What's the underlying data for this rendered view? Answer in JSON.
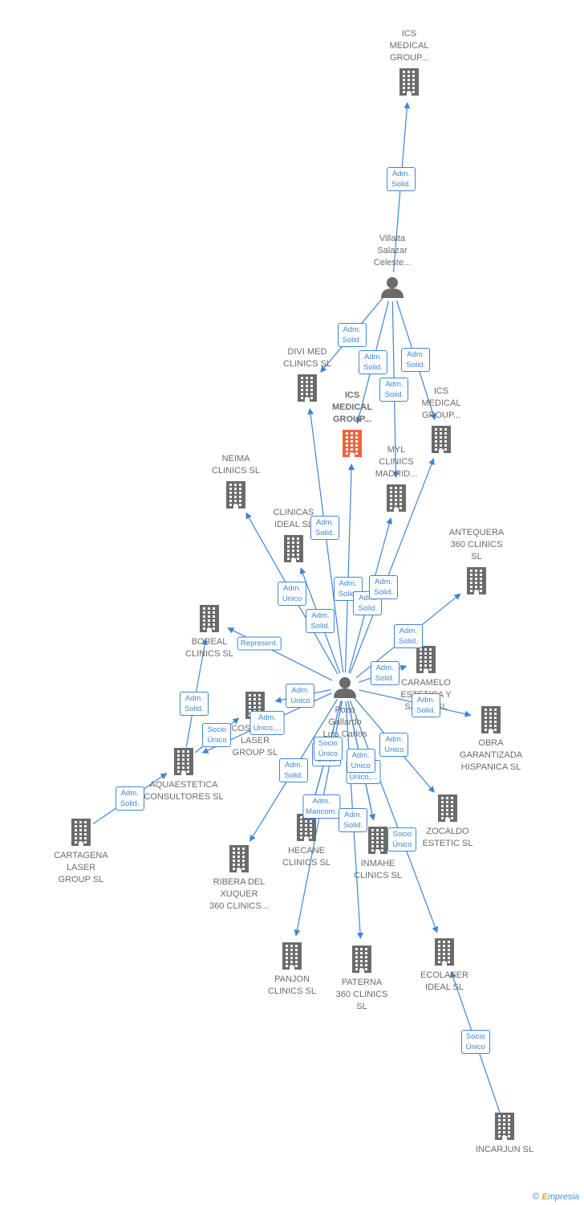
{
  "footer": {
    "copyright": "©",
    "brand_e": "E",
    "brand_rest": "mpresia"
  },
  "nodes": [
    {
      "id": "ics_top",
      "label": "ICS\nMEDICAL\nGROUP...",
      "type": "company"
    },
    {
      "id": "villalta",
      "label": "Villalta\nSalazar\nCeleste...",
      "type": "person"
    },
    {
      "id": "divi",
      "label": "DIVI MED\nCLINICS  SL",
      "type": "company"
    },
    {
      "id": "ics_focus",
      "label": "ICS\nMEDICAL\nGROUP...",
      "type": "company",
      "focus": true
    },
    {
      "id": "ics_right",
      "label": "ICS\nMEDICAL\nGROUP...",
      "type": "company"
    },
    {
      "id": "myl",
      "label": "MYL\nCLINICS\nMADRID...",
      "type": "company"
    },
    {
      "id": "neima",
      "label": "NEIMA\nCLINICS  SL",
      "type": "company"
    },
    {
      "id": "clinicas_ideal",
      "label": "CLINICAS\nIDEAL  SL",
      "type": "company"
    },
    {
      "id": "antequera",
      "label": "ANTEQUERA\n360 CLINICS\nSL",
      "type": "company"
    },
    {
      "id": "boreal",
      "label": "BOREAL\nCLINICS  SL",
      "type": "company"
    },
    {
      "id": "pozo",
      "label": "Pozo\nGallardo\nLuis Carlos",
      "type": "person"
    },
    {
      "id": "caramelo",
      "label": "CARAMELO\nESTETICA Y\nSALUD  SL",
      "type": "company"
    },
    {
      "id": "cartagena_laser",
      "label": "COSMEDIC\nLASER\nGROUP  SL",
      "type": "company"
    },
    {
      "id": "obra",
      "label": "OBRA\nGARANTIZADA\nHISPANICA  SL",
      "type": "company"
    },
    {
      "id": "aquaestetica",
      "label": "AQUAESTETICA\nCONSULTORES SL",
      "type": "company"
    },
    {
      "id": "cartagena",
      "label": "CARTAGENA\nLASER\nGROUP  SL",
      "type": "company"
    },
    {
      "id": "ocaldo",
      "label": "ZOCALDO\nESTETIC  SL",
      "type": "company"
    },
    {
      "id": "hecane",
      "label": "HECANE\nCLINICS  SL",
      "type": "company"
    },
    {
      "id": "inmahe",
      "label": "INMAHE\nCLINICS  SL",
      "type": "company"
    },
    {
      "id": "ribera",
      "label": "RIBERA DEL\nXUQUER\n360 CLINICS...",
      "type": "company"
    },
    {
      "id": "panjon",
      "label": "PANJON\nCLINICS  SL",
      "type": "company"
    },
    {
      "id": "paterna",
      "label": "PATERNA\n360 CLINICS\nSL",
      "type": "company"
    },
    {
      "id": "ecolaser",
      "label": "ECOLASER\nIDEAL  SL",
      "type": "company"
    },
    {
      "id": "incarjun",
      "label": "INCARJUN  SL",
      "type": "company"
    }
  ],
  "relations": [
    {
      "from": "villalta",
      "to": "ics_top",
      "label": "Adm.\nSolid."
    },
    {
      "from": "villalta",
      "to": "divi",
      "label": "Adm.\nSolid."
    },
    {
      "from": "villalta",
      "to": "ics_focus",
      "label": "Adm.\nSolid."
    },
    {
      "from": "villalta",
      "to": "ics_right",
      "label": "Adm.\nSolid."
    },
    {
      "from": "villalta",
      "to": "myl",
      "label": "Adm.\nSolid."
    },
    {
      "from": "pozo",
      "to": "divi",
      "label": "Adm.\nSolid."
    },
    {
      "from": "pozo",
      "to": "ics_focus",
      "label": "Adm.\nSolid."
    },
    {
      "from": "pozo",
      "to": "myl",
      "label": "Adm.\nSolid."
    },
    {
      "from": "pozo",
      "to": "ics_right",
      "label": "Adm.\nSolid."
    },
    {
      "from": "pozo",
      "to": "neima",
      "label": "Adm.\nUnico"
    },
    {
      "from": "pozo",
      "to": "clinicas_ideal",
      "label": "Adm.\nSolid."
    },
    {
      "from": "pozo",
      "to": "antequera",
      "label": "Adm.\nSolid."
    },
    {
      "from": "pozo",
      "to": "boreal",
      "label": "Represent."
    },
    {
      "from": "pozo",
      "to": "caramelo",
      "label": "Adm.\nSolid."
    },
    {
      "from": "pozo",
      "to": "obra",
      "label": "Adm.\nSolid."
    },
    {
      "from": "pozo",
      "to": "cartagena_laser",
      "label": "Adm.\nUnico"
    },
    {
      "from": "pozo",
      "to": "aquaestetica",
      "label": "Adm.\nUnico,..."
    },
    {
      "from": "aquaestetica",
      "to": "boreal",
      "label": "Adm.\nSolid."
    },
    {
      "from": "aquaestetica",
      "to": "cartagena_laser",
      "label": "Socio\nÚnico"
    },
    {
      "from": "cartagena",
      "to": "aquaestetica",
      "label": "Adm.\nSolid."
    },
    {
      "from": "pozo",
      "to": "ocaldo",
      "label": "Adm.\nUnico"
    },
    {
      "from": "pozo",
      "to": "ribera",
      "label": "Adm.\nSolid."
    },
    {
      "from": "pozo",
      "to": "hecane",
      "label": "Adm.\nUnico"
    },
    {
      "from": "pozo",
      "to": "inmahe",
      "label": "Adm.\nUnico,..."
    },
    {
      "from": "pozo",
      "to": "panjon",
      "label": "Adm.\nMancom."
    },
    {
      "from": "pozo",
      "to": "paterna",
      "label": "Adm.\nSolid."
    },
    {
      "from": "pozo",
      "to": "hecane",
      "label": "Socio\nÚnico"
    },
    {
      "from": "pozo",
      "to": "ecolaser",
      "label": "Socio\nÚnico"
    },
    {
      "from": "pozo",
      "to": "inmahe",
      "label": "Adm.\nUnico"
    },
    {
      "from": "incarjun",
      "to": "ecolaser",
      "label": "Socio\nÚnico"
    }
  ]
}
